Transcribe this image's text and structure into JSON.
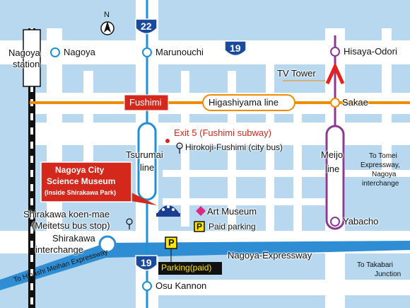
{
  "compass": {
    "letter": "N"
  },
  "route_shields": {
    "top": "22",
    "mid": "19",
    "bottom": "19"
  },
  "stations": {
    "nagoya": "Nagoya",
    "marunouchi": "Marunouchi",
    "hisaya_odori": "Hisaya-Odori",
    "sakae": "Sakae",
    "yabacho": "Yabacho",
    "osu_kannon": "Osu Kannon",
    "nagoya_station_line1": "Nagoya",
    "nagoya_station_line2": "station"
  },
  "lines": {
    "fushimi": "Fushimi",
    "higashiyama": "Higashiyama line",
    "tsurumai_1": "Tsurumai",
    "tsurumai_2": "line",
    "meijo_1": "Meijo",
    "meijo_2": "line"
  },
  "landmarks": {
    "tv_tower": "TV Tower",
    "exit5": "Exit 5 (Fushimi subway)",
    "hirokoji": "Hirokoji-Fushimi (city bus)",
    "art_museum": "Art Museum",
    "paid_parking": "Paid parking",
    "parking_paid": "Parking(paid)",
    "bus_stop_1": "Shirakawa koen-mae",
    "bus_stop_2": "(Meitetsu bus stop)",
    "interchange_1": "Shirakawa",
    "interchange_2": "interchange",
    "nagoya_expressway": "Nagoya-Expressway",
    "higashi_meihan": "To Higashi Meihan Expressway",
    "to_takabari_1": "To Takabari",
    "to_takabari_2": "Junction",
    "to_tomei_1": "To Tomei",
    "to_tomei_2": "Expressway,",
    "to_tomei_3": "Nagoya",
    "to_tomei_4": "interchange",
    "parking_icon": "P"
  },
  "museum_callout": {
    "line1": "Nagoya City",
    "line2": "Science Museum",
    "line3": "(Inside Shirakawa Park)"
  },
  "colors": {
    "background": "#b7d8ee",
    "road": "#ffffff",
    "higashiyama_line": "#f08c00",
    "tsurumai_line": "#1e90d6",
    "meijo_line": "#8a3a8f",
    "callout_red": "#d5281c",
    "route_shield": "#1a4a9c",
    "expressway": "#2f8ed3",
    "parking_yellow": "#ffe500",
    "art_museum_pink": "#e02882"
  }
}
